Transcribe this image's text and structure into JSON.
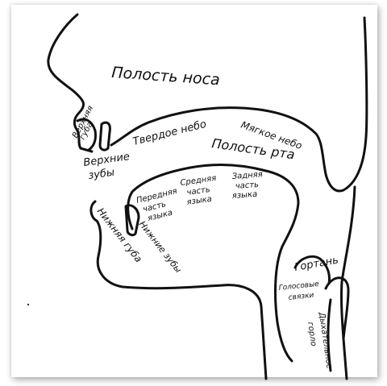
{
  "diagram": {
    "labels": {
      "nasal_cavity": "Полость носа",
      "upper_lip_1": "Верхняя",
      "upper_lip_2": "губа",
      "upper_teeth_1": "Верхние",
      "upper_teeth_2": "зубы",
      "hard_palate": "Твердое небо",
      "soft_palate": "Мягкое небо",
      "oral_cavity": "Полость рта",
      "front_tongue_1": "Передняя",
      "front_tongue_2": "часть",
      "front_tongue_3": "языка",
      "mid_tongue_1": "Средняя",
      "mid_tongue_2": "часть",
      "mid_tongue_3": "языка",
      "back_tongue_1": "Задняя",
      "back_tongue_2": "часть",
      "back_tongue_3": "языка",
      "lower_lip": "Нижняя губа",
      "lower_teeth": "Нижние зубы",
      "larynx": "Гортань",
      "vocal_cords_1": "Голосовые",
      "vocal_cords_2": "связки",
      "trachea_1": "Дыхательное",
      "trachea_2": "горло"
    },
    "stroke_color": "#111111"
  }
}
